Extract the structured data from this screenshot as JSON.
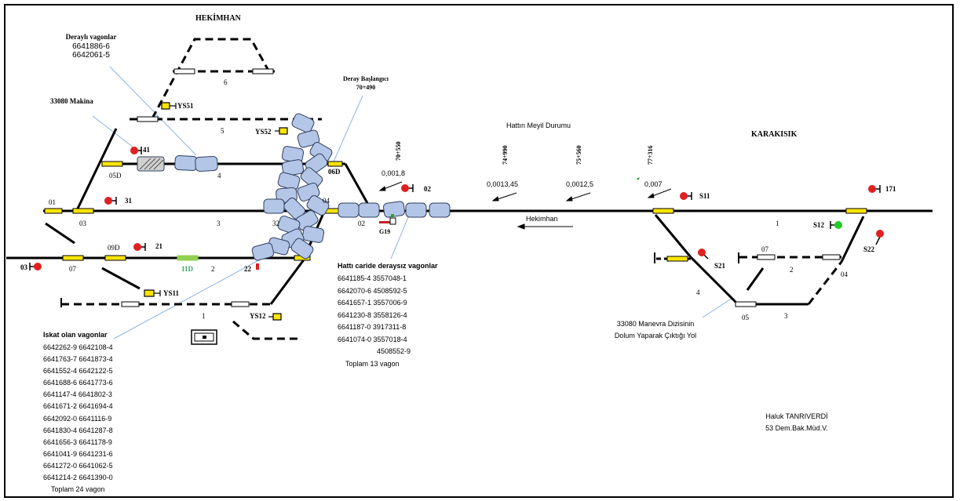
{
  "stations": {
    "hekimhan": "HEKİMHAN",
    "karakisik": "KARAKISIK"
  },
  "callouts": {
    "derayli_title": "Deraylı vagonlar",
    "derayli_items": [
      "6641886-6",
      "6642061-5"
    ],
    "makina": "33080 Makina",
    "deray_baslangic": "Deray Başlangıcı",
    "deray_km": "70+490",
    "meyil": "Hattın Meyil Durumu",
    "hekimhan_dir": "Hekimhan",
    "manevra_line1": "33080 Manevra Dizisinin",
    "manevra_line2": "Dolum Yaparak Çıktığı Yol",
    "signature_name": "Haluk TANRIVERDİ",
    "signature_title": "53 Dem.Bak.Müd.V."
  },
  "km_marks": [
    "70+550",
    "74+990",
    "75+560",
    "77+316"
  ],
  "grades": [
    "0,001,8",
    "0,0013,45",
    "0,0012,5",
    "0,007"
  ],
  "signals": {
    "s41": "41",
    "s31": "31",
    "s21": "21",
    "s03": "03",
    "s02": "02",
    "s22": "22",
    "s11": "S11",
    "s12": "S12",
    "s171": "171",
    "s21b": "S21",
    "s22b": "S22",
    "g19": "G19",
    "ys51": "YS51",
    "ys52": "YS52",
    "ys11": "YS11",
    "ys12": "YS12"
  },
  "track_labels": {
    "t6": "6",
    "t5": "5",
    "t4": "4",
    "t3": "3",
    "t2": "2",
    "t1": "1",
    "sw01": "01",
    "sw03": "03",
    "sw05d": "05D",
    "sw09d": "09D",
    "sw07": "07",
    "sw11d": "11D",
    "sw06d": "06D",
    "sw04": "04",
    "sw02": "02",
    "sw32": "32",
    "k1": "1",
    "k2": "2",
    "k3": "3",
    "k4": "4",
    "k05": "05",
    "k07": "07",
    "k04": "04"
  },
  "iskat": {
    "title": "Iskat olan vagonlar",
    "rows": [
      "6642262-9 6642108-4",
      "6641763-7 6641873-4",
      "6641552-4 6642122-5",
      "6641688-6 6641773-6",
      "6641147-4 6641802-3",
      "6641671-2 6641694-4",
      "6642092-0 6641116-9",
      "6641830-4 6641287-8",
      "6641656-3 6641178-9",
      "6641041-9 6641231-6",
      "6641272-0 6641062-5",
      "6641214-2 6641390-0"
    ],
    "total": "Toplam 24 vagon"
  },
  "hatti": {
    "title": "Hattı caride deraysız vagonlar",
    "rows": [
      "6641185-4 3557048-1",
      "6642070-6 4508592-5",
      "6641657-1 3557006-9",
      "6641230-8 3558126-4",
      "6641187-0 3917311-8",
      "6641074-0 3557018-4",
      "4508552-9"
    ],
    "total": "Toplam 13 vagon"
  },
  "colors": {
    "wagon": "#b4c6e7",
    "wagon_stroke": "#2f3f5f",
    "signal_red": "#e02020",
    "signal_green": "#22cc22",
    "switch_yellow": "#ffe600",
    "switch_green": "#92d050",
    "callout_line": "#8eb4e3"
  }
}
